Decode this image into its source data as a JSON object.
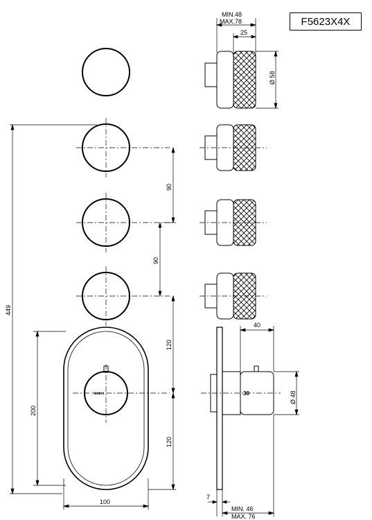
{
  "product_code": "F5623X4X",
  "dimensions": {
    "min_top": "MIN.48",
    "max_top": "MAX.78",
    "knob_depth": "25",
    "knob_diameter": "Ø 58",
    "total_height": "449",
    "spacing_1": "90",
    "spacing_2": "90",
    "plate_upper": "120",
    "plate_lower": "120",
    "plate_height": "200",
    "plate_width": "100",
    "body_depth": "40",
    "body_diameter": "Ø 48",
    "body_label": "30",
    "plate_thickness": "7",
    "min_bottom": "MIN. 46",
    "max_bottom": "MAX. 76"
  },
  "brand_mark": "fantini"
}
